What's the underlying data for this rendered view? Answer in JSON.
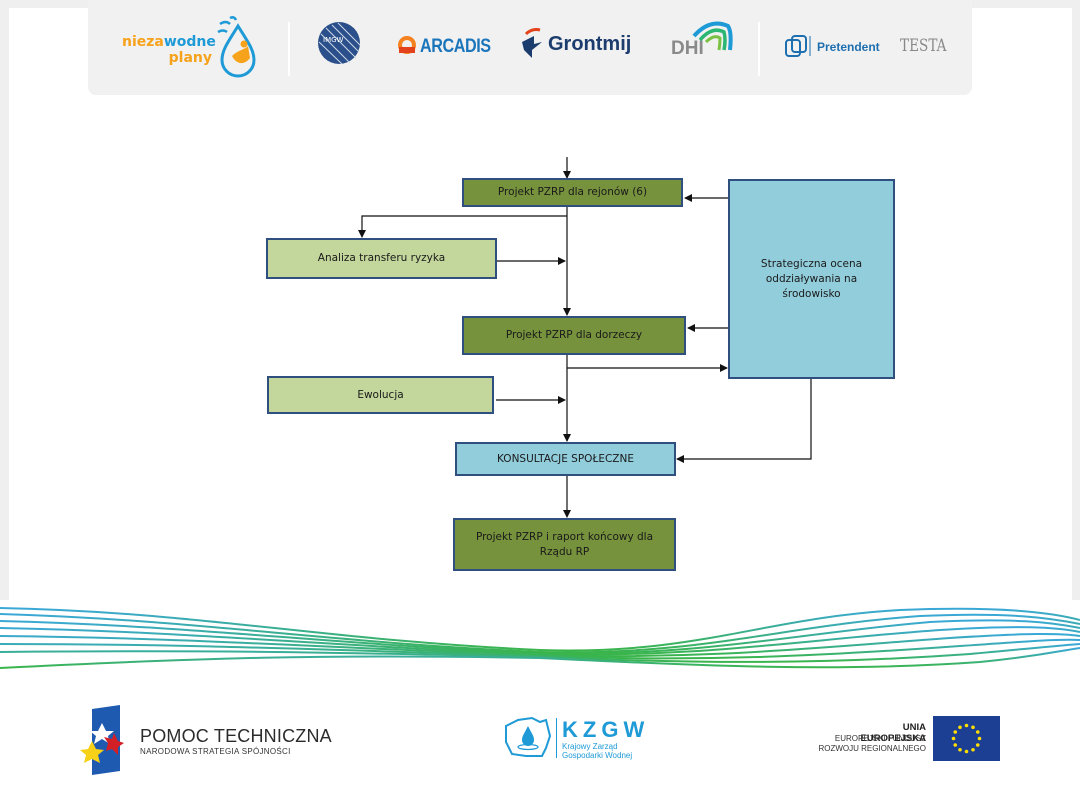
{
  "header": {
    "logos": {
      "niezawodne_plany": {
        "part1": "nieza",
        "part2": "wodne",
        "part3": "plany"
      },
      "imgw": "IMGW",
      "arcadis": "ARCADIS",
      "grontmij": "Grontmij",
      "dhi": "DHI",
      "pretendent": "Pretendent",
      "testa": "TESTA"
    }
  },
  "diagram": {
    "nodes": {
      "rejony": "Projekt PZRP dla rejonów (6)",
      "analiza": "Analiza transferu ryzyka",
      "dorzecza": "Projekt PZRP dla dorzeczy",
      "ewolucja": "Ewolucja",
      "konsultacje": "KONSULTACJE SPOŁECZNE",
      "raport": "Projekt PZRP i raport końcowy dla Rządu RP",
      "strategiczna": "Strategiczna ocena oddziaływania na środowisko"
    },
    "colors": {
      "dark_green": "#76923c",
      "light_green": "#c3d69b",
      "light_blue": "#92cddc",
      "border": "#2f4f7f"
    }
  },
  "footer": {
    "pomoc": {
      "title": "POMOC TECHNICZNA",
      "subtitle": "NARODOWA STRATEGIA SPÓJNOŚCI"
    },
    "kzgw": {
      "title": "KZGW",
      "line1": "Krajowy Zarząd",
      "line2": "Gospodarki Wodnej"
    },
    "ue": {
      "title": "UNIA EUROPEJSKA",
      "line1": "EUROPEJSKI FUNDUSZ",
      "line2": "ROZWOJU REGIONALNEGO"
    }
  }
}
